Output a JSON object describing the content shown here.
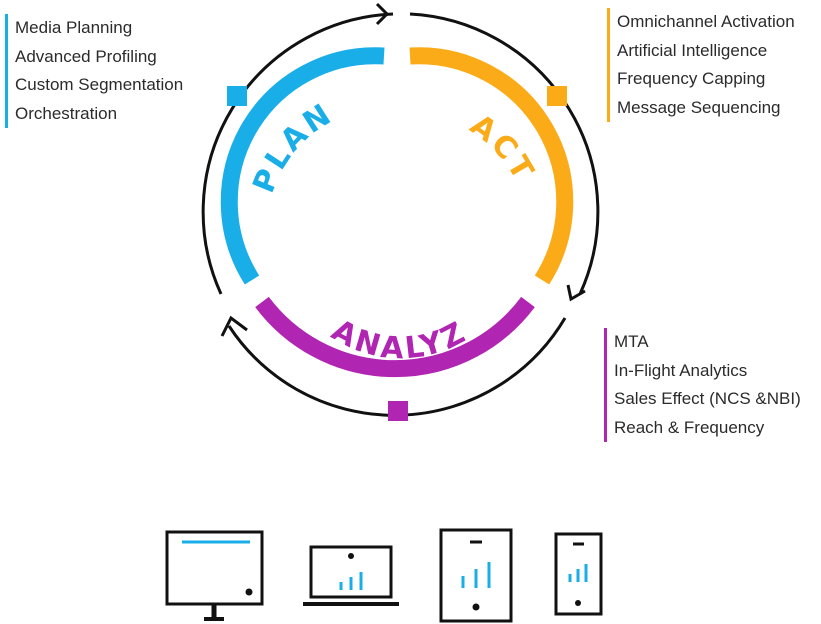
{
  "plan": {
    "label": "PLAN",
    "color": "#1aaee8",
    "items": [
      "Media Planning",
      "Advanced Profiling",
      "Custom Segmentation",
      "Orchestration"
    ]
  },
  "act": {
    "label": "ACT",
    "color": "#fbab18",
    "items": [
      "Omnichannel Activation",
      "Artificial Intelligence",
      "Frequency Capping",
      "Message Sequencing"
    ]
  },
  "analyze": {
    "label": "ANALYZE",
    "color": "#b025b2",
    "items": [
      "MTA",
      "In-Flight Analytics",
      "Sales Effect (NCS &NBI)",
      "Reach & Frequency"
    ]
  },
  "cycle_arrow_color": "#111111",
  "devices": [
    "monitor-icon",
    "laptop-icon",
    "tablet-icon",
    "phone-icon"
  ]
}
